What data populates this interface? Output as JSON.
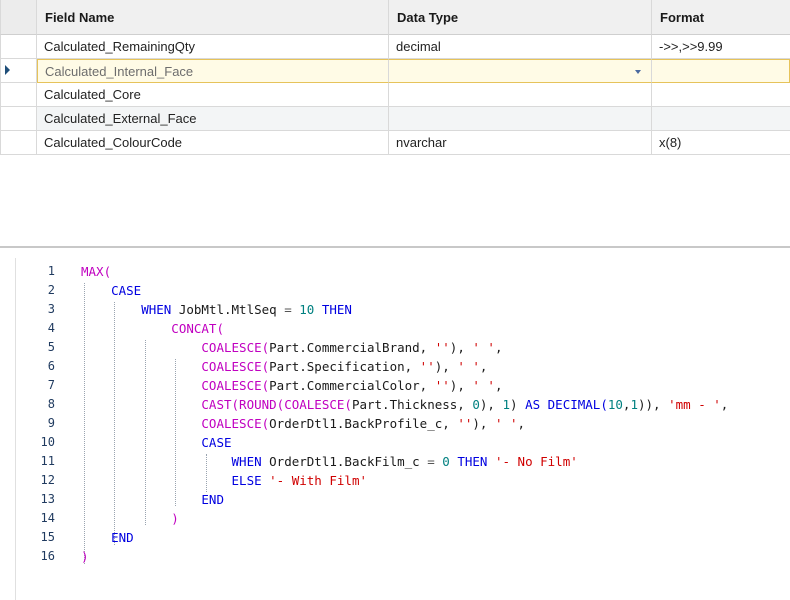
{
  "grid": {
    "columns": [
      "Field Name",
      "Data Type",
      "Format"
    ],
    "rows": [
      {
        "field_name": "Calculated_RemainingQty",
        "data_type": "decimal",
        "format": "->>,>>9.99"
      },
      {
        "field_name": "Calculated_Internal_Face",
        "data_type": "",
        "format": ""
      },
      {
        "field_name": "Calculated_Core",
        "data_type": "",
        "format": ""
      },
      {
        "field_name": "Calculated_External_Face",
        "data_type": "",
        "format": ""
      },
      {
        "field_name": "Calculated_ColourCode",
        "data_type": "nvarchar",
        "format": "x(8)"
      }
    ],
    "selected_row": 1
  },
  "editor": {
    "line_numbers": [
      "1",
      "2",
      "3",
      "4",
      "5",
      "6",
      "7",
      "8",
      "9",
      "10",
      "11",
      "12",
      "13",
      "14",
      "15",
      "16"
    ],
    "lines": [
      [
        {
          "t": "MAX(",
          "c": "fn"
        }
      ],
      [
        {
          "t": "    CASE",
          "c": "kw"
        }
      ],
      [
        {
          "t": "        WHEN ",
          "c": "kw"
        },
        {
          "t": "JobMtl.MtlSeq ",
          "c": ""
        },
        {
          "t": "= ",
          "c": "op"
        },
        {
          "t": "10 ",
          "c": "num"
        },
        {
          "t": "THEN",
          "c": "kw"
        }
      ],
      [
        {
          "t": "            CONCAT(",
          "c": "fn"
        }
      ],
      [
        {
          "t": "                COALESCE(",
          "c": "fn"
        },
        {
          "t": "Part.CommercialBrand, ",
          "c": ""
        },
        {
          "t": "''",
          "c": "str"
        },
        {
          "t": "), ",
          "c": ""
        },
        {
          "t": "' '",
          "c": "str"
        },
        {
          "t": ",",
          "c": ""
        }
      ],
      [
        {
          "t": "                COALESCE(",
          "c": "fn"
        },
        {
          "t": "Part.Specification, ",
          "c": ""
        },
        {
          "t": "''",
          "c": "str"
        },
        {
          "t": "), ",
          "c": ""
        },
        {
          "t": "' '",
          "c": "str"
        },
        {
          "t": ",",
          "c": ""
        }
      ],
      [
        {
          "t": "                COALESCE(",
          "c": "fn"
        },
        {
          "t": "Part.CommercialColor, ",
          "c": ""
        },
        {
          "t": "''",
          "c": "str"
        },
        {
          "t": "), ",
          "c": ""
        },
        {
          "t": "' '",
          "c": "str"
        },
        {
          "t": ",",
          "c": ""
        }
      ],
      [
        {
          "t": "                CAST(ROUND(COALESCE(",
          "c": "fn"
        },
        {
          "t": "Part.Thickness, ",
          "c": ""
        },
        {
          "t": "0",
          "c": "num"
        },
        {
          "t": "), ",
          "c": ""
        },
        {
          "t": "1",
          "c": "num"
        },
        {
          "t": ") ",
          "c": ""
        },
        {
          "t": "AS DECIMAL(",
          "c": "kw"
        },
        {
          "t": "10",
          "c": "num"
        },
        {
          "t": ",",
          "c": ""
        },
        {
          "t": "1",
          "c": "num"
        },
        {
          "t": ")), ",
          "c": ""
        },
        {
          "t": "'mm - '",
          "c": "str"
        },
        {
          "t": ",",
          "c": ""
        }
      ],
      [
        {
          "t": "                COALESCE(",
          "c": "fn"
        },
        {
          "t": "OrderDtl1.BackProfile_c, ",
          "c": ""
        },
        {
          "t": "''",
          "c": "str"
        },
        {
          "t": "), ",
          "c": ""
        },
        {
          "t": "' '",
          "c": "str"
        },
        {
          "t": ",",
          "c": ""
        }
      ],
      [
        {
          "t": "                CASE",
          "c": "kw"
        }
      ],
      [
        {
          "t": "                    WHEN ",
          "c": "kw"
        },
        {
          "t": "OrderDtl1.BackFilm_c ",
          "c": ""
        },
        {
          "t": "= ",
          "c": "op"
        },
        {
          "t": "0 ",
          "c": "num"
        },
        {
          "t": "THEN ",
          "c": "kw"
        },
        {
          "t": "'- No Film'",
          "c": "str"
        }
      ],
      [
        {
          "t": "                    ELSE ",
          "c": "kw"
        },
        {
          "t": "'- With Film'",
          "c": "str"
        }
      ],
      [
        {
          "t": "                END",
          "c": "kw"
        }
      ],
      [
        {
          "t": "            )",
          "c": "fn"
        }
      ],
      [
        {
          "t": "    END",
          "c": "kw"
        }
      ],
      [
        {
          "t": ")",
          "c": "fn"
        }
      ]
    ]
  }
}
